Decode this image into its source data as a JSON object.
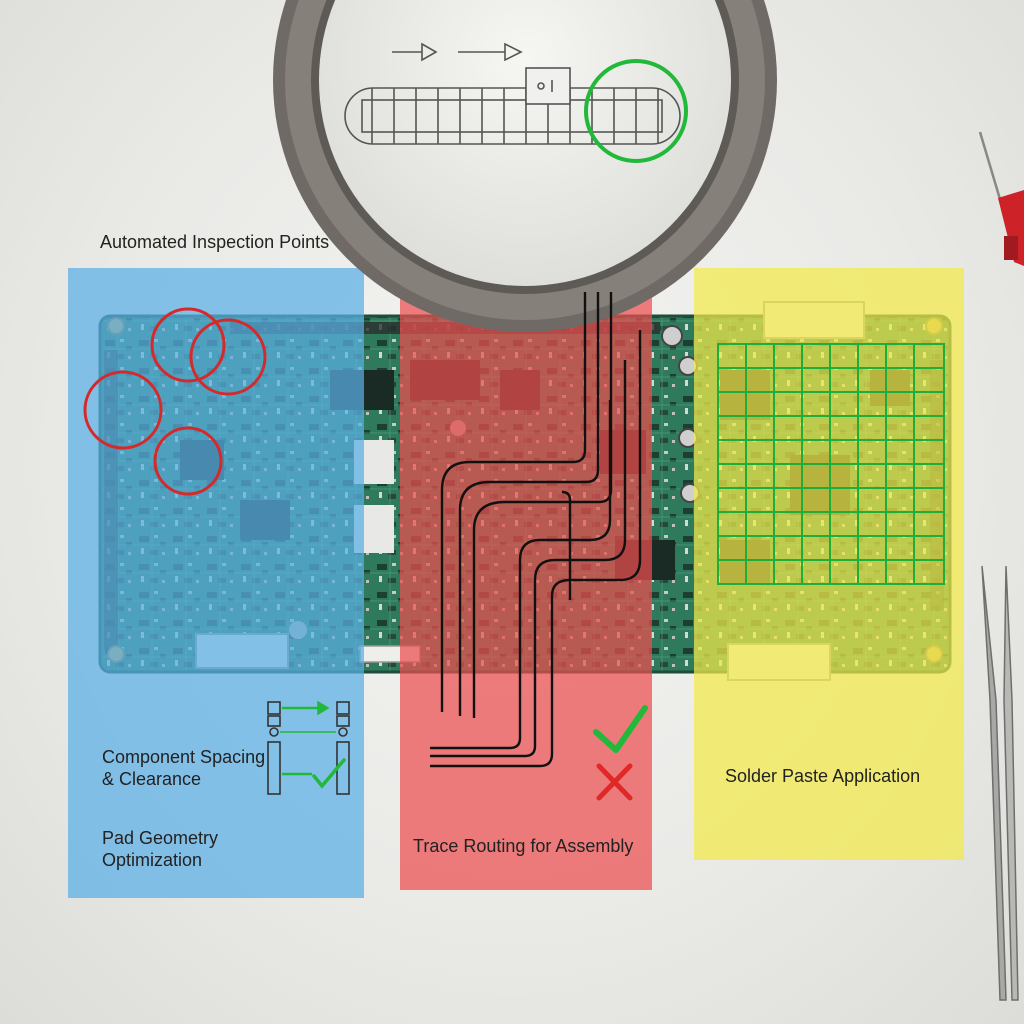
{
  "labels": {
    "automated_inspection": "Automated Inspection Points",
    "component_spacing_line1": "Component Spacing",
    "component_spacing_line2": "& Clearance",
    "pad_geometry_line1": "Pad Geometry",
    "pad_geometry_line2": "Optimization",
    "trace_routing": "Trace Routing for Assembly",
    "solder_paste": "Solder Paste Application"
  },
  "colors": {
    "zone_blue": "#5aaee6",
    "zone_red": "#ec4d4f",
    "zone_yellow": "#f2ea4a",
    "pcb_green": "#2f7a5c",
    "pcb_dark": "#1f4c3c",
    "inspection_circle": "#d42a2a",
    "check_green": "#22b83a",
    "cross_red": "#e02828",
    "magnifier_ring": "#77706a",
    "probe_red": "#cc2228"
  }
}
